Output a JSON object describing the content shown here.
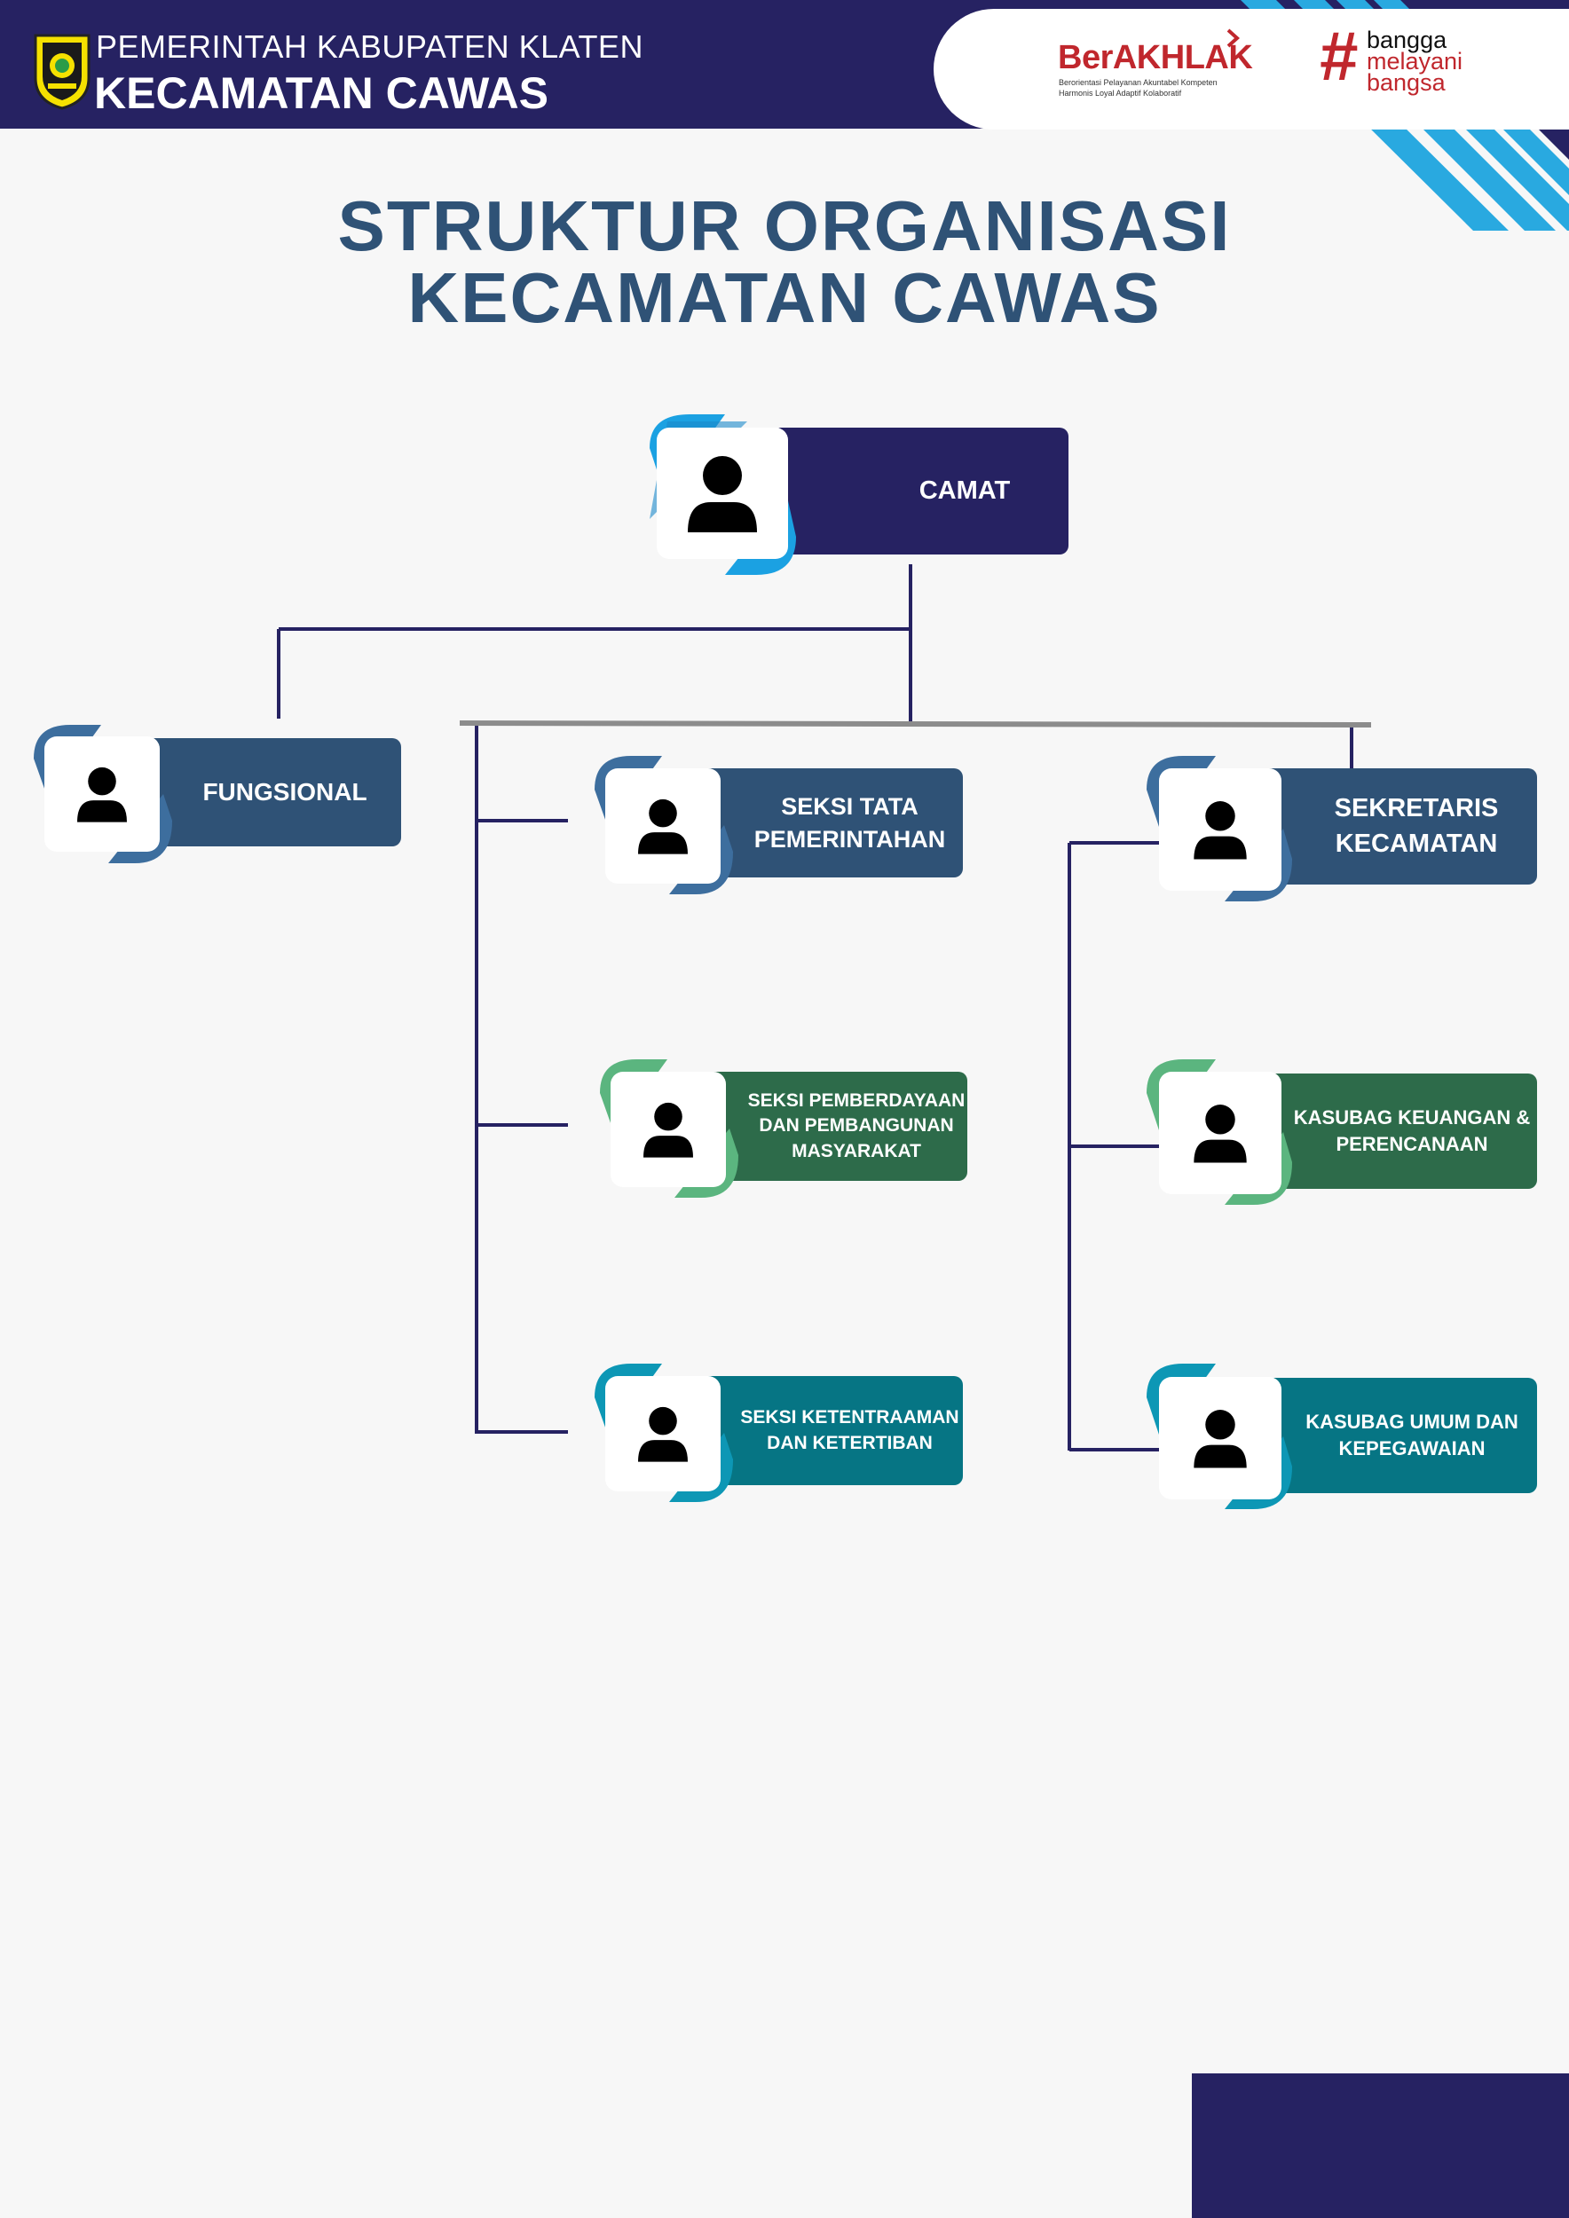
{
  "header": {
    "subtitle": "PEMERINTAH KABUPATEN KLATEN",
    "title": "KECAMATAN CAWAS",
    "crest_icon": "regency-crest-icon",
    "berakhlak": {
      "title": "BerAKHLAK",
      "line1": "Berorientasi Pelayanan Akuntabel Kompeten",
      "line2": "Harmonis Loyal Adaptif Kolaboratif"
    },
    "bangga": {
      "hash": "#",
      "word1": "bangga",
      "word2": "melayani",
      "word3": "bangsa"
    }
  },
  "page": {
    "title_line1": "STRUKTUR ORGANISASI",
    "title_line2": "KECAMATAN CAWAS"
  },
  "org": {
    "camat": "CAMAT",
    "fungsional": "FUNGSIONAL",
    "seksi_tapem": "SEKSI TATA PEMERINTAHAN",
    "seksi_pmd": "SEKSI PEMBERDAYAAN DAN PEMBANGUNAN MASYARAKAT",
    "seksi_trantib": "SEKSI KETENTRAAMAN DAN KETERTIBAN",
    "sekcam": "SEKRETARIS KECAMATAN",
    "kasubag_keu": "KASUBAG KEUANGAN & PERENCANAAN",
    "kasubag_umum": "KASUBAG UMUM DAN KEPEGAWAIAN"
  },
  "colors": {
    "navy": "#262262",
    "steel_blue": "#2f5276",
    "green": "#2d6b4a",
    "teal": "#067584",
    "accent_blue": "#1ba1e2",
    "accent_green": "#5bb57f",
    "accent_teal": "#0d97b5",
    "accent_steel": "#3d6e9e",
    "brand_red": "#c0272d"
  }
}
